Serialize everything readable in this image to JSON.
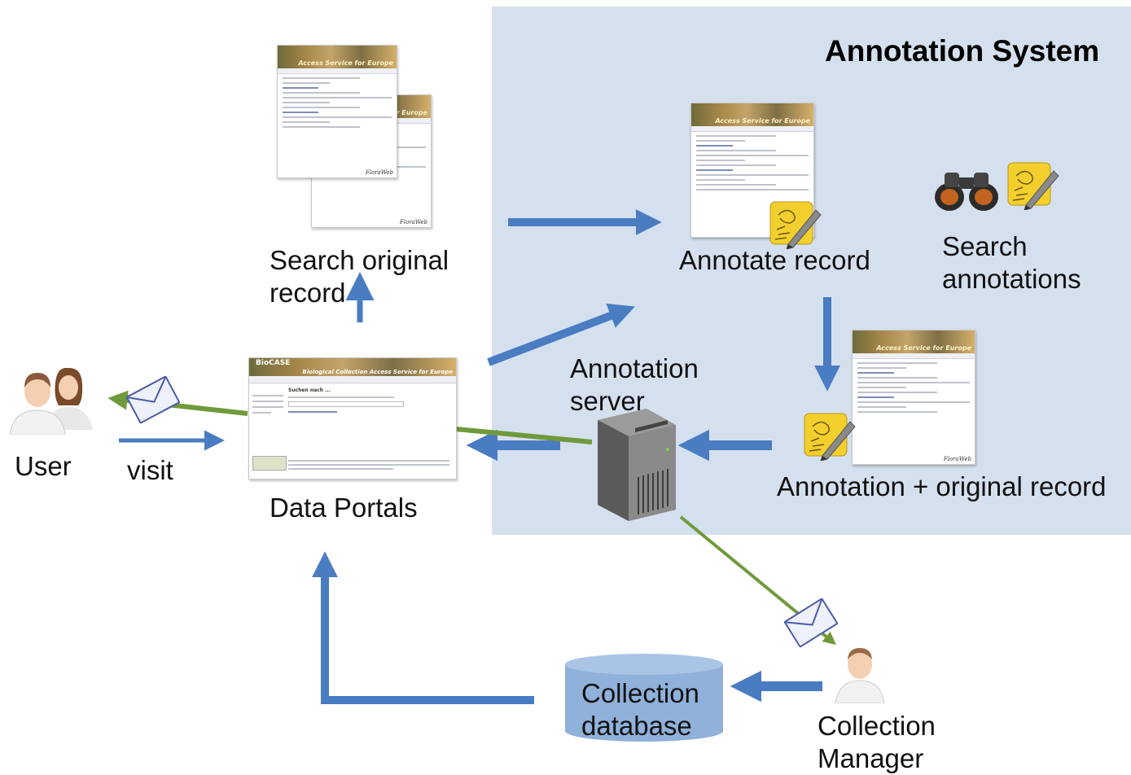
{
  "title": "Annotation System",
  "labels": {
    "user": "User",
    "visit": "visit",
    "search_original": [
      "Search original",
      "record"
    ],
    "data_portals": "Data Portals",
    "annotate_record": "Annotate record",
    "search_annotations": [
      "Search",
      "annotations"
    ],
    "annotation_server": [
      "Annotation",
      "server"
    ],
    "annotation_original": "Annotation + original record",
    "collection_database": [
      "Collection",
      "database"
    ],
    "collection_manager": [
      "Collection",
      "Manager"
    ]
  },
  "thumbnails": {
    "banner_text": "Access Service for Europe",
    "portal_banner_title": "BioCASE",
    "portal_banner_subtitle": "Biological Collection Access Service for Europe",
    "portal_heading": "Suchen nach ...",
    "footer_mark": "FloraWeb"
  },
  "colors": {
    "panel_bg": "#d5e0ef",
    "arrow_blue": "#4a7cc2",
    "arrow_green": "#6f9a3b",
    "db_fill": "#8fb1da",
    "db_top": "#aac4e6"
  }
}
